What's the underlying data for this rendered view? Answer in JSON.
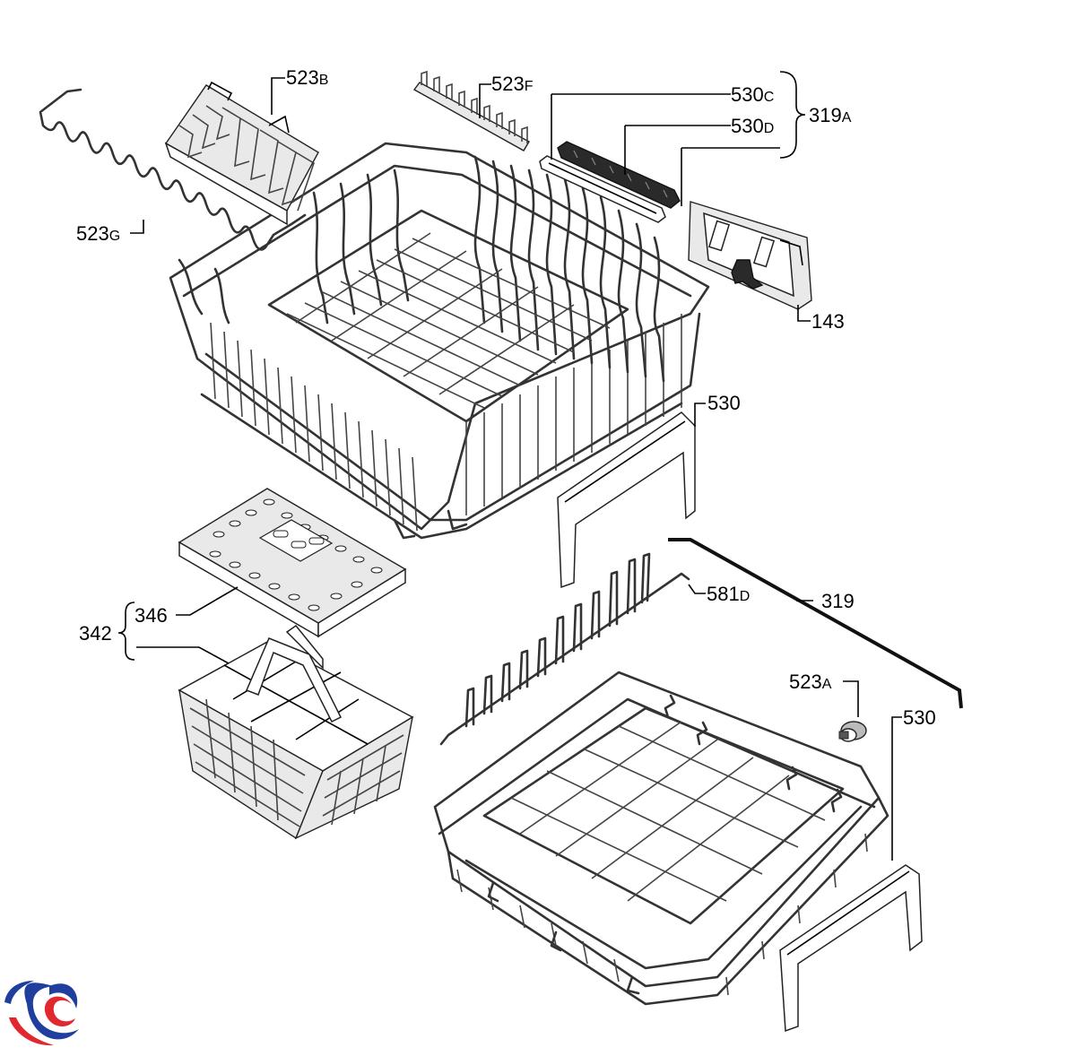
{
  "labels": {
    "l523B": {
      "num": "523",
      "suffix": "B"
    },
    "l523F": {
      "num": "523",
      "suffix": "F"
    },
    "l530C": {
      "num": "530",
      "suffix": "C"
    },
    "l530D": {
      "num": "530",
      "suffix": "D"
    },
    "l319A": {
      "num": "319",
      "suffix": "A"
    },
    "l523G": {
      "num": "523",
      "suffix": "G"
    },
    "l143": {
      "num": "143"
    },
    "l530_top": {
      "num": "530"
    },
    "l346": {
      "num": "346"
    },
    "l342": {
      "num": "342"
    },
    "l581D": {
      "num": "581",
      "suffix": "D"
    },
    "l319": {
      "num": "319"
    },
    "l523A": {
      "num": "523",
      "suffix": "A"
    },
    "l530_bottom": {
      "num": "530"
    }
  },
  "icons": {
    "logo": "swirl-logo-icon"
  },
  "colors": {
    "logo_blue": "#1f3f9e",
    "logo_red": "#e0282e"
  }
}
